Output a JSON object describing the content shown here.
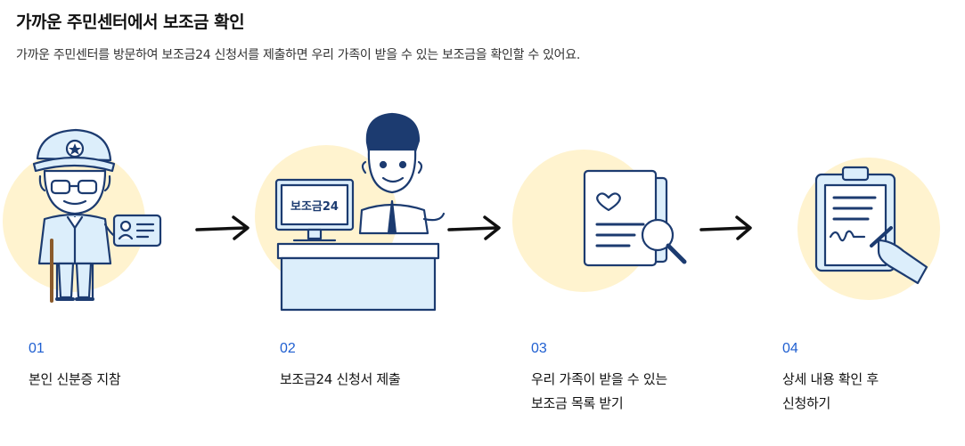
{
  "section": {
    "title": "가까운 주민센터에서 보조금 확인",
    "description": "가까운 주민센터를 방문하여 보조금24 신청서를 제출하면 우리 가족이 받을 수 있는 보조금을 확인할 수 있어요."
  },
  "steps": [
    {
      "number": "01",
      "label": "본인 신분증 지참",
      "icon": "man-with-id-card"
    },
    {
      "number": "02",
      "label": "보조금24 신청서 제출",
      "icon": "clerk-at-desk",
      "monitor_text": "보조금24"
    },
    {
      "number": "03",
      "label": "우리 가족이 받을 수 있는\n보조금 목록 받기",
      "icon": "document-search"
    },
    {
      "number": "04",
      "label": "상세 내용 확인 후\n신청하기",
      "icon": "clipboard-sign"
    }
  ],
  "colors": {
    "accent": "#1f5fd1",
    "circle": "#fff3cf",
    "outline": "#1c3b70",
    "fill_light": "#dceefb"
  }
}
